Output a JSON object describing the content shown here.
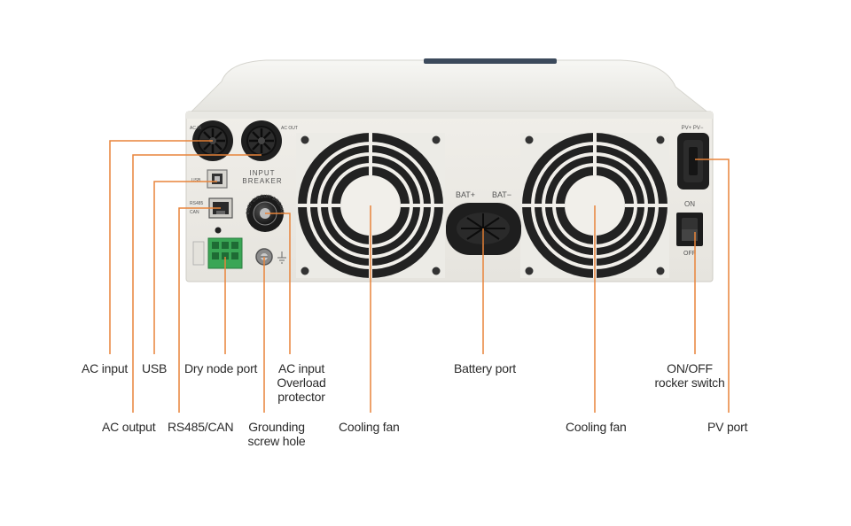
{
  "device": {
    "panel_markings": {
      "ac_in": "AC IN",
      "ac_out": "AC OUT",
      "input_breaker_line1": "INPUT",
      "input_breaker_line2": "BREAKER",
      "usb": "USB",
      "rs485": "RS485",
      "can": "CAN",
      "bat_plus": "BAT+",
      "bat_minus": "BAT−",
      "pv": "PV+ PV−",
      "on": "ON",
      "off": "OFF",
      "breaker_ring": "RESET CIRCUIT BREAKER"
    }
  },
  "colors": {
    "leader_line": "#e8843a",
    "chassis": "#eeece6",
    "dark_part": "#1d1d1d",
    "terminal_green": "#3aa655"
  },
  "labels": {
    "ac_input": "AC input",
    "usb": "USB",
    "dry_node_port": "Dry node port",
    "ac_input_overload_1": "AC input",
    "ac_input_overload_2": "Overload",
    "ac_input_overload_3": "protector",
    "battery_port": "Battery port",
    "on_off_1": "ON/OFF",
    "on_off_2": "rocker switch",
    "ac_output": "AC output",
    "rs485_can": "RS485/CAN",
    "grounding_1": "Grounding",
    "grounding_2": "screw hole",
    "cooling_fan_left": "Cooling fan",
    "cooling_fan_right": "Cooling fan",
    "pv_port": "PV port"
  }
}
